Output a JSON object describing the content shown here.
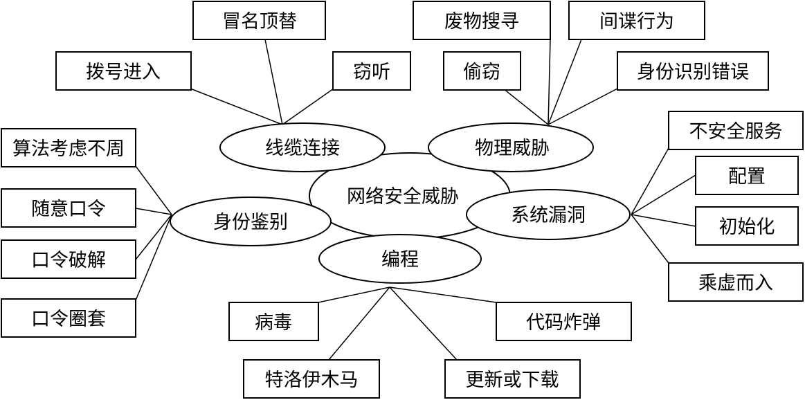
{
  "center": "网络安全威胁",
  "categories": {
    "cable": {
      "label": "线缆连接",
      "items": {
        "impersonation": "冒名顶替",
        "dialup": "拨号进入",
        "eavesdrop": "窃听"
      }
    },
    "physical": {
      "label": "物理威胁",
      "items": {
        "dumpster": "废物搜寻",
        "espionage": "间谍行为",
        "theft": "偷窃",
        "id_error": "身份识别错误"
      }
    },
    "identity": {
      "label": "身份鉴别",
      "items": {
        "algorithm": "算法考虑不周",
        "random_pw": "随意口令",
        "pw_crack": "口令破解",
        "pw_trap": "口令圈套"
      }
    },
    "system": {
      "label": "系统漏洞",
      "items": {
        "insecure_service": "不安全服务",
        "config": "配置",
        "init": "初始化",
        "exploit": "乘虚而入"
      }
    },
    "programming": {
      "label": "编程",
      "items": {
        "virus": "病毒",
        "logic_bomb": "代码炸弹",
        "trojan": "特洛伊木马",
        "update": "更新或下载"
      }
    }
  }
}
